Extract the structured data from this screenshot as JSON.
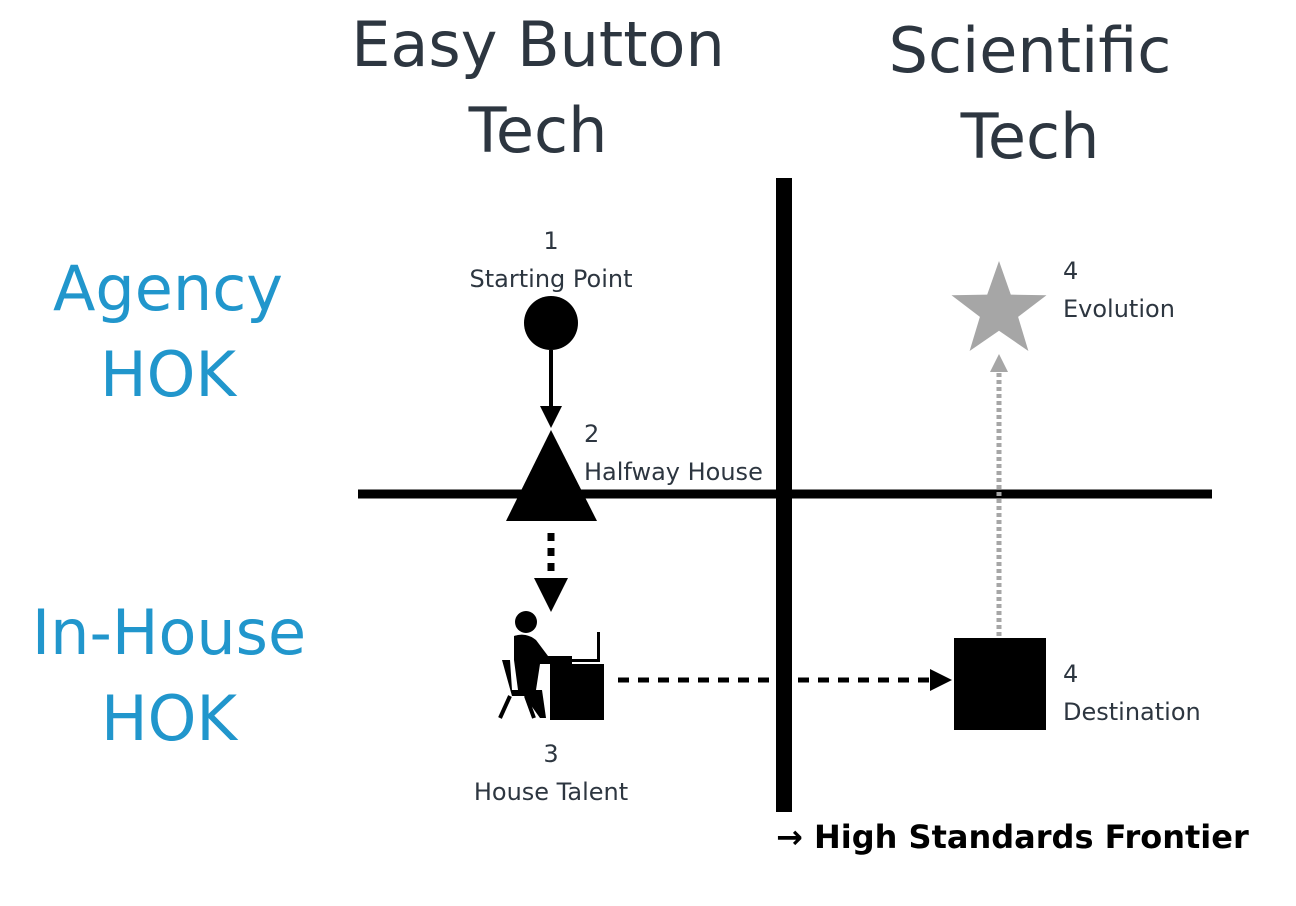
{
  "columns": {
    "left": [
      "Easy Button",
      "Tech"
    ],
    "right": [
      "Scientific",
      "Tech"
    ]
  },
  "rows": {
    "top": [
      "Agency",
      "HOK"
    ],
    "bottom": [
      "In-House",
      "HOK"
    ]
  },
  "nodes": {
    "starting_point": {
      "number": "1",
      "label": "Starting Point"
    },
    "halfway_house": {
      "number": "2",
      "label": "Halfway House"
    },
    "house_talent": {
      "number": "3",
      "label": "House Talent"
    },
    "destination": {
      "number": "4",
      "label": "Destination"
    },
    "evolution": {
      "number": "4",
      "label": "Evolution"
    }
  },
  "frontier": {
    "arrow": "→",
    "label": "High Standards Frontier"
  },
  "colors": {
    "column_text": "#2d3640",
    "row_text": "#2196cc",
    "axis": "#000000",
    "evolution": "#a6a6a6"
  },
  "icons": {
    "starting_point": "circle",
    "halfway_house": "triangle",
    "house_talent": "person-at-desk-icon",
    "destination": "square",
    "evolution": "star"
  }
}
